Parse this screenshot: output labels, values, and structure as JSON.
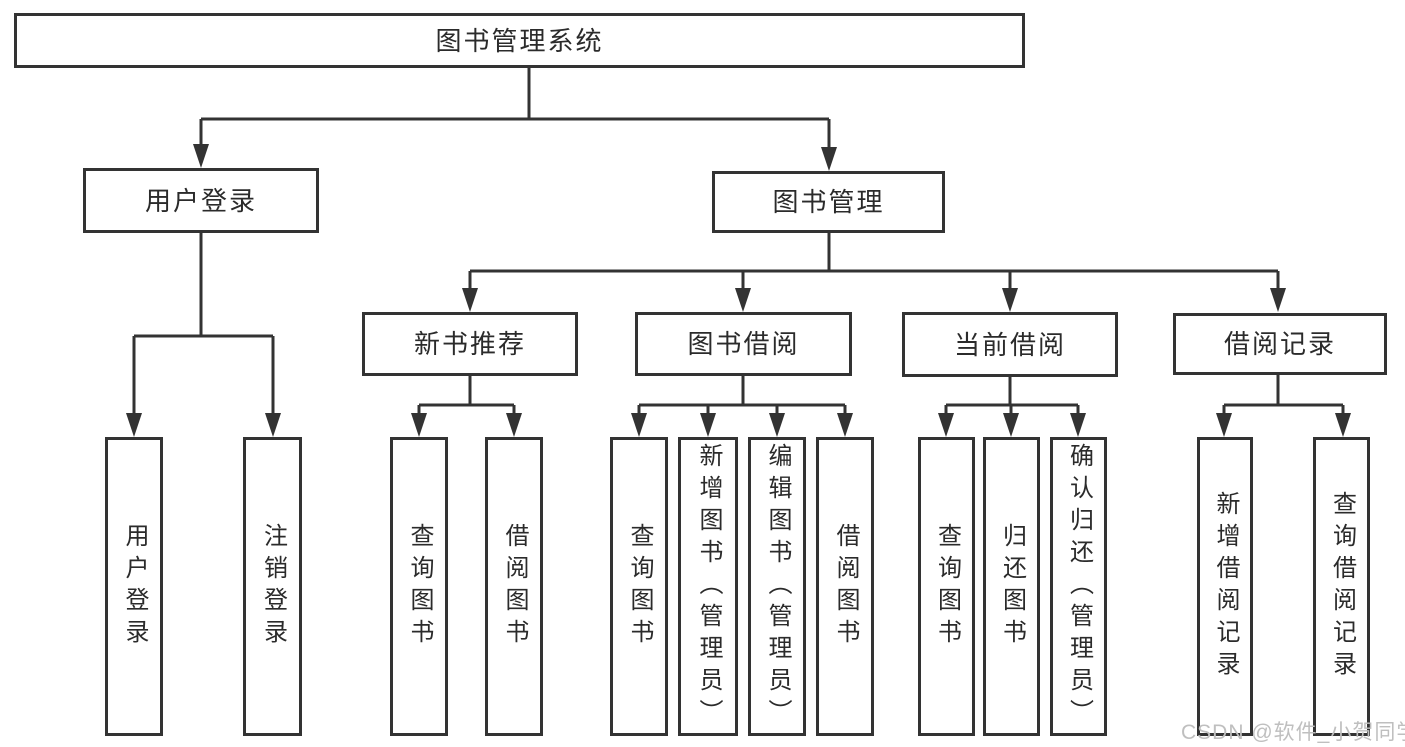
{
  "diagram": {
    "title": "图书管理系统",
    "root": {
      "label": "图书管理系统"
    },
    "branches": [
      {
        "label": "用户登录",
        "children": [
          {
            "label": "用户登录"
          },
          {
            "label": "注销登录"
          }
        ]
      },
      {
        "label": "图书管理",
        "children": [
          {
            "label": "新书推荐",
            "children": [
              {
                "label": "查询图书"
              },
              {
                "label": "借阅图书"
              }
            ]
          },
          {
            "label": "图书借阅",
            "children": [
              {
                "label": "查询图书"
              },
              {
                "label": "新增图书（管理员）"
              },
              {
                "label": "编辑图书（管理员）"
              },
              {
                "label": "借阅图书"
              }
            ]
          },
          {
            "label": "当前借阅",
            "children": [
              {
                "label": "查询图书"
              },
              {
                "label": "归还图书"
              },
              {
                "label": "确认归还（管理员）"
              }
            ]
          },
          {
            "label": "借阅记录",
            "children": [
              {
                "label": "新增借阅记录"
              },
              {
                "label": "查询借阅记录"
              }
            ]
          }
        ]
      }
    ]
  },
  "watermark": {
    "text": "CSDN @软件_小贺同学"
  },
  "colors": {
    "line": "#333333",
    "text": "#2b2b2b",
    "watermark": "#bfbfbf",
    "background": "#ffffff"
  }
}
